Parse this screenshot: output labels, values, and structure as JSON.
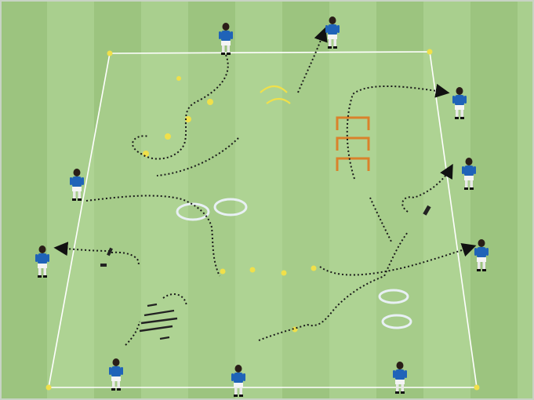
{
  "scene": {
    "title": "",
    "grass_light": "#a9cf8e",
    "grass_dark": "#8fbd72",
    "field_tint": "#b4d89a",
    "line_color": "#ffffff",
    "cone_color": "#f0e04a",
    "hurdle_color": "#d9822b",
    "hoop_color": "#e8f0f4",
    "player_shirt": "#1f63b8",
    "player_shorts": "#f4f4f4",
    "path_color": "#1a1a1a",
    "stations": [
      "dribble-cones",
      "hurdles",
      "hoops-centre",
      "hoops-right",
      "ladder-rungs"
    ]
  }
}
